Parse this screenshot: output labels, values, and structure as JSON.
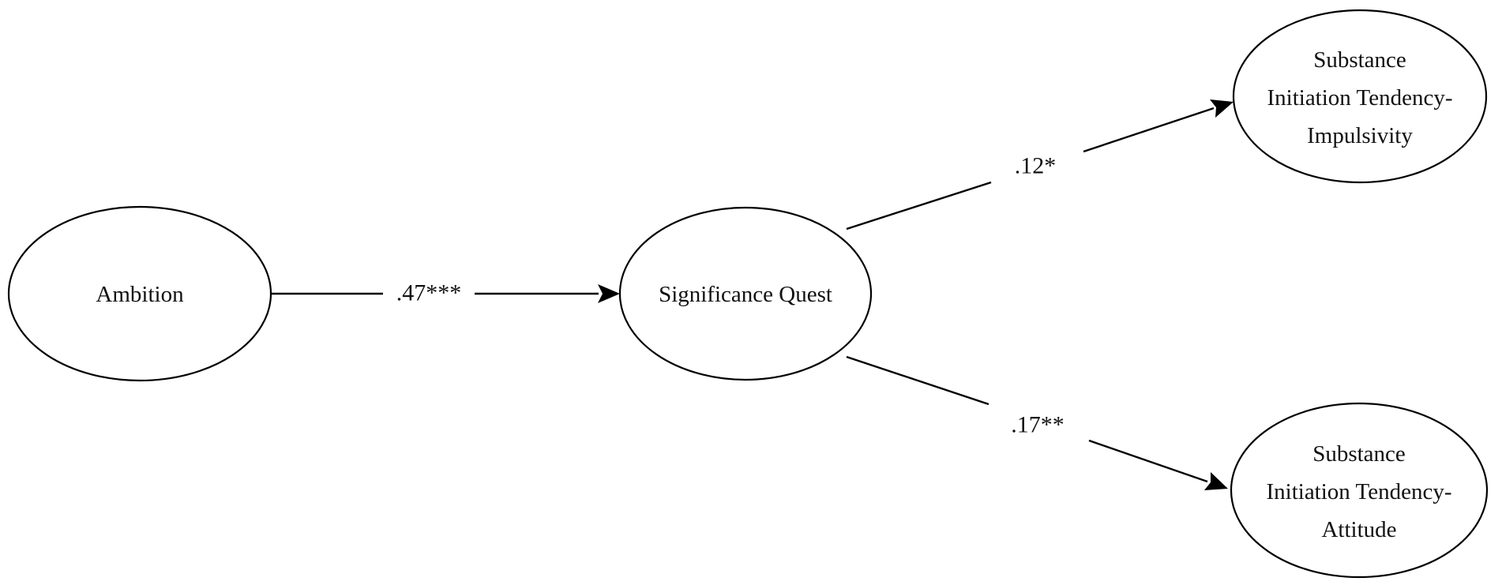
{
  "diagram": {
    "nodes": {
      "ambition": {
        "lines": [
          "Ambition"
        ]
      },
      "significance_quest": {
        "lines": [
          "Significance Quest"
        ]
      },
      "impulsivity": {
        "lines": [
          "Substance",
          "Initiation Tendency-",
          "Impulsivity"
        ]
      },
      "attitude": {
        "lines": [
          "Substance",
          "Initiation Tendency-",
          "Attitude"
        ]
      }
    },
    "edges": {
      "ambition_to_sq": {
        "label": ".47***"
      },
      "sq_to_impulsivity": {
        "label": ".12*"
      },
      "sq_to_attitude": {
        "label": ".17**"
      }
    }
  }
}
